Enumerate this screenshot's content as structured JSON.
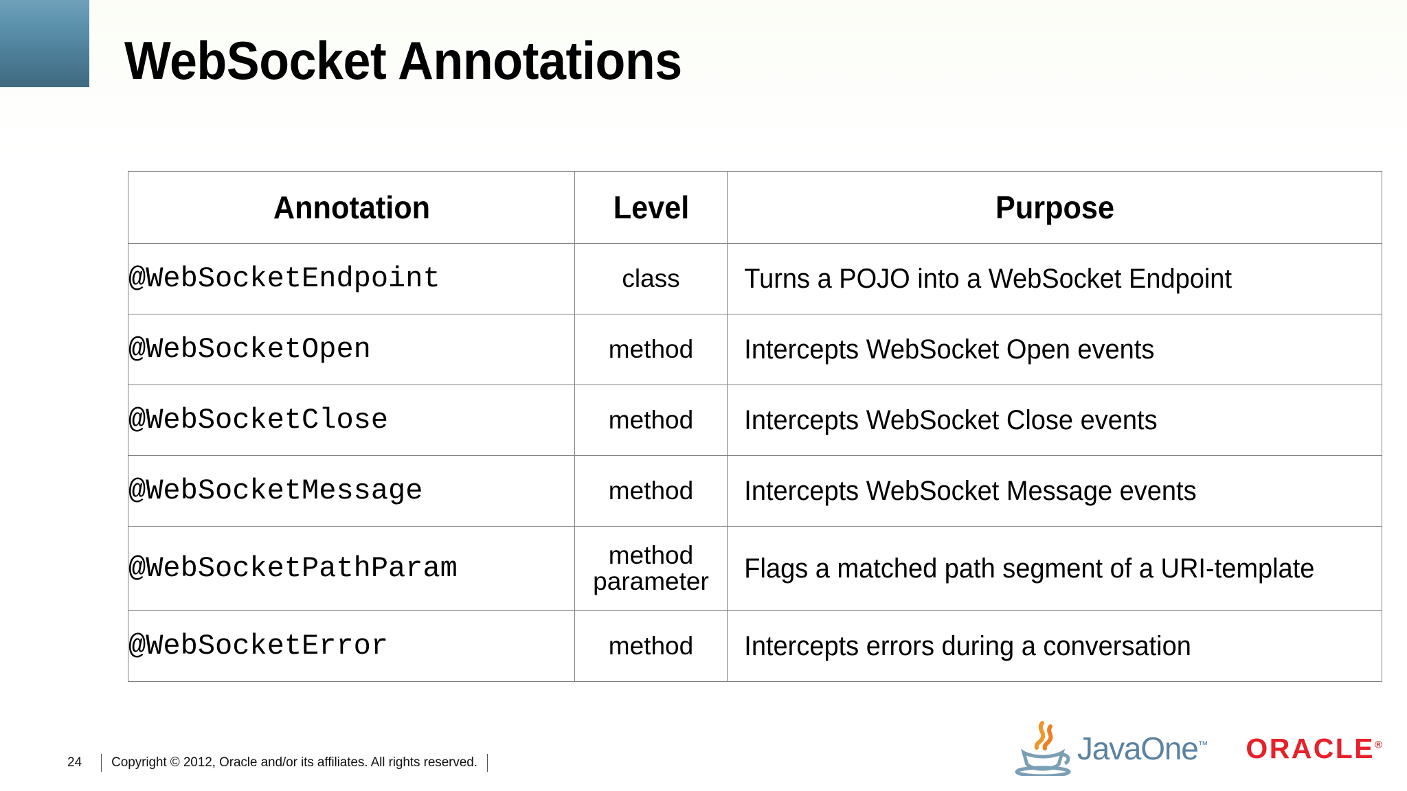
{
  "slide": {
    "title": "WebSocket Annotations",
    "accent_color": "#4d7e98",
    "oracle_red": "#e8202a",
    "javaone_blue": "#5b82a0"
  },
  "table": {
    "headers": [
      "Annotation",
      "Level",
      "Purpose"
    ],
    "rows": [
      {
        "annotation": "@WebSocketEndpoint",
        "level": "class",
        "purpose": "Turns a POJO into a WebSocket Endpoint"
      },
      {
        "annotation": "@WebSocketOpen",
        "level": "method",
        "purpose": "Intercepts WebSocket Open events"
      },
      {
        "annotation": "@WebSocketClose",
        "level": "method",
        "purpose": "Intercepts WebSocket Close events"
      },
      {
        "annotation": "@WebSocketMessage",
        "level": "method",
        "purpose": "Intercepts WebSocket Message events"
      },
      {
        "annotation": "@WebSocketPathParam",
        "level": "method parameter",
        "purpose": "Flags a matched path segment of a URI-template"
      },
      {
        "annotation": "@WebSocketError",
        "level": "method",
        "purpose": "Intercepts errors during a conversation"
      }
    ]
  },
  "footer": {
    "page_number": "24",
    "copyright": "Copyright © 2012, Oracle and/or its affiliates. All rights reserved.",
    "javaone_text": "JavaOne",
    "javaone_tm": "™",
    "oracle_text": "ORACLE",
    "oracle_reg": "®"
  }
}
